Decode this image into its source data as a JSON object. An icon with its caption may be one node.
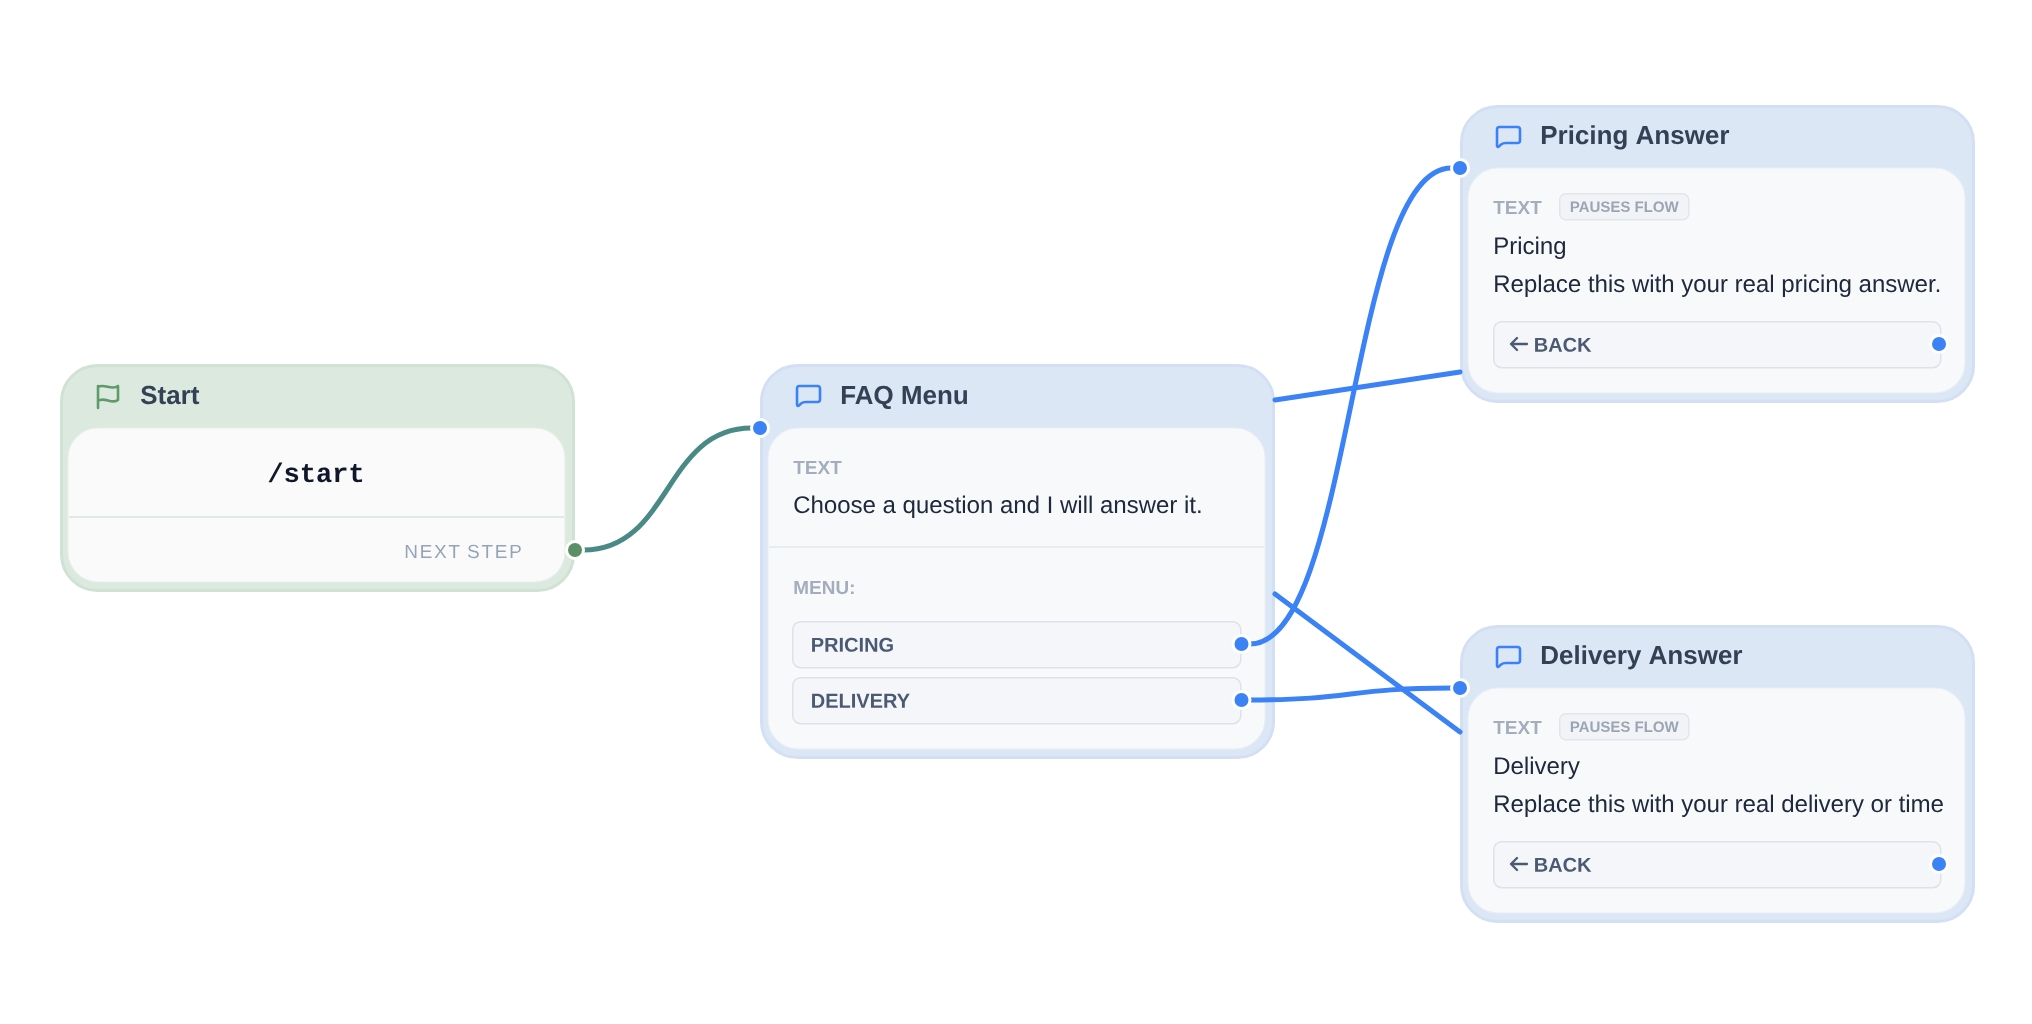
{
  "diagram": {
    "nodes": [
      {
        "text": [
          "Start",
          "/start",
          "NEXT STEP"
        ]
      },
      {
        "text": [
          "FAQ Menu",
          "TEXT",
          "Choose a question and I will answer it.",
          "MENU:"
        ]
      },
      {
        "text": [
          "PRICING"
        ],
        "in": 1
      },
      {
        "text": [
          "DELIVERY"
        ],
        "in": 1
      },
      {
        "text": [
          "Pricing Answer",
          "TEXT",
          "Pricing",
          "Replace this with your real pricing answer."
        ]
      },
      {
        "text": [
          "PAUSES FLOW"
        ],
        "in": 4
      },
      {
        "text": [
          "BACK"
        ],
        "in": 4
      },
      {
        "text": [
          "Delivery Answer",
          "TEXT",
          "Delivery",
          "Replace this with your real delivery or time"
        ]
      },
      {
        "text": [
          "PAUSES FLOW"
        ],
        "in": 7
      },
      {
        "text": [
          "BACK"
        ],
        "in": 7
      }
    ],
    "edges": [
      {
        "from": 0,
        "to": 1,
        "arrow": "other",
        "color": "#4a8a86"
      },
      {
        "from": 2,
        "to": 4,
        "arrow": "other"
      },
      {
        "from": 3,
        "to": 7,
        "arrow": "other"
      },
      {
        "from": 4,
        "to": 1,
        "arrow": "none"
      },
      {
        "from": 7,
        "to": 1,
        "arrow": "none"
      }
    ]
  }
}
